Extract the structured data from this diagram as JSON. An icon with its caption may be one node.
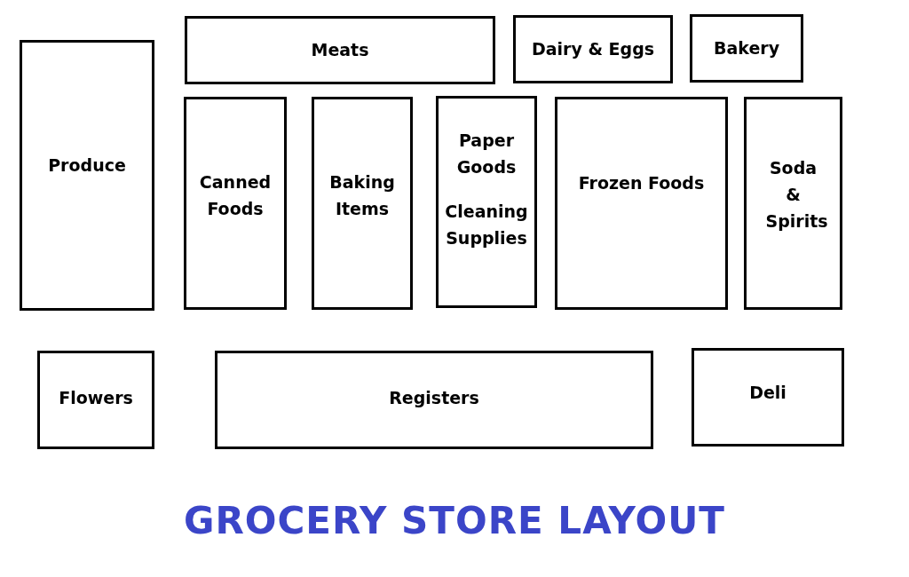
{
  "diagram": {
    "title": "GROCERY STORE LAYOUT",
    "nodes": [
      {
        "text": [
          "Meats"
        ]
      },
      {
        "text": [
          "Dairy & Eggs"
        ]
      },
      {
        "text": [
          "Bakery"
        ]
      },
      {
        "text": [
          "Produce"
        ]
      },
      {
        "text": [
          "Canned Foods"
        ]
      },
      {
        "text": [
          "Baking Items"
        ]
      },
      {
        "text": [
          "Paper Goods",
          "Cleaning Supplies"
        ]
      },
      {
        "text": [
          "Frozen Foods"
        ]
      },
      {
        "text": [
          "Soda & Spirits"
        ]
      },
      {
        "text": [
          "Flowers"
        ]
      },
      {
        "text": [
          "Registers"
        ]
      },
      {
        "text": [
          "Deli"
        ]
      }
    ]
  }
}
